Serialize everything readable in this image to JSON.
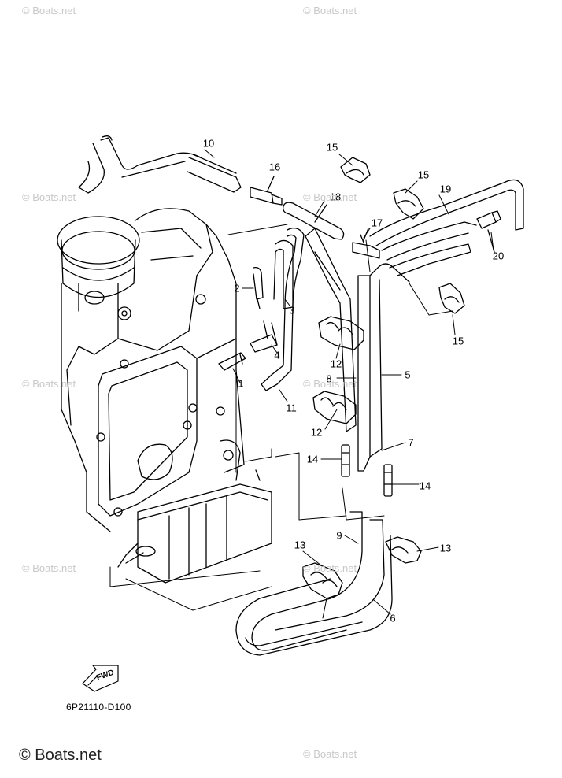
{
  "callouts": [
    {
      "id": "c10",
      "label": "10"
    },
    {
      "id": "c16",
      "label": "16"
    },
    {
      "id": "c15a",
      "label": "15"
    },
    {
      "id": "c15b",
      "label": "15"
    },
    {
      "id": "c19",
      "label": "19"
    },
    {
      "id": "c18",
      "label": "18"
    },
    {
      "id": "c17",
      "label": "17"
    },
    {
      "id": "c20",
      "label": "20"
    },
    {
      "id": "c2",
      "label": "2"
    },
    {
      "id": "c3",
      "label": "3"
    },
    {
      "id": "c4",
      "label": "4"
    },
    {
      "id": "c15c",
      "label": "15"
    },
    {
      "id": "c12a",
      "label": "12"
    },
    {
      "id": "c8",
      "label": "8"
    },
    {
      "id": "c5",
      "label": "5"
    },
    {
      "id": "c1",
      "label": "1"
    },
    {
      "id": "c11",
      "label": "11"
    },
    {
      "id": "c12b",
      "label": "12"
    },
    {
      "id": "c7",
      "label": "7"
    },
    {
      "id": "c14a",
      "label": "14"
    },
    {
      "id": "c14b",
      "label": "14"
    },
    {
      "id": "c9",
      "label": "9"
    },
    {
      "id": "c13a",
      "label": "13"
    },
    {
      "id": "c13b",
      "label": "13"
    },
    {
      "id": "c6",
      "label": "6"
    }
  ],
  "fwd_label": "FWD",
  "diagram_code": "6P21110-D100",
  "brand": "© Boats.net",
  "watermark": "© Boats.net"
}
